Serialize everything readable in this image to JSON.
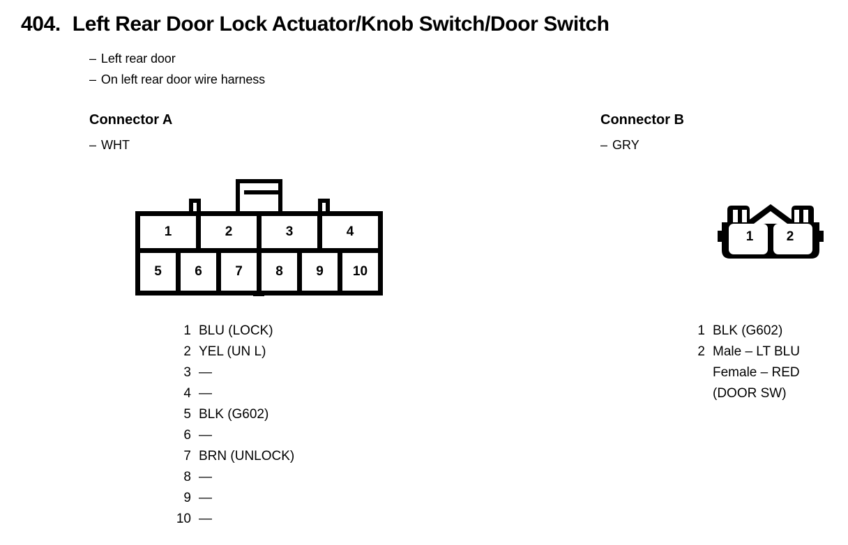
{
  "header": {
    "number": "404.",
    "title": "Left Rear Door Lock Actuator/Knob Switch/Door Switch",
    "dash": "–",
    "notes": [
      "Left rear door",
      "On left rear door wire harness"
    ]
  },
  "connector_a": {
    "heading": "Connector A",
    "color": "WHT",
    "dash": "–",
    "cells_top": [
      "1",
      "2",
      "3",
      "4"
    ],
    "cells_bottom": [
      "5",
      "6",
      "7",
      "8",
      "9",
      "10"
    ],
    "pins": [
      {
        "num": "1",
        "value": "BLU (LOCK)"
      },
      {
        "num": "2",
        "value": "YEL (UN L)"
      },
      {
        "num": "3",
        "value": "—"
      },
      {
        "num": "4",
        "value": "—"
      },
      {
        "num": "5",
        "value": "BLK (G602)"
      },
      {
        "num": "6",
        "value": "—"
      },
      {
        "num": "7",
        "value": "BRN (UNLOCK)"
      },
      {
        "num": "8",
        "value": "—"
      },
      {
        "num": "9",
        "value": "—"
      },
      {
        "num": "10",
        "value": "—"
      }
    ]
  },
  "connector_b": {
    "heading": "Connector B",
    "color": "GRY",
    "dash": "–",
    "cells": [
      "1",
      "2"
    ],
    "pins": [
      {
        "num": "1",
        "value": "BLK (G602)",
        "continuation": false
      },
      {
        "num": "2",
        "value": "Male – LT BLU",
        "continuation": false
      },
      {
        "num": "",
        "value": "Female – RED",
        "continuation": true
      },
      {
        "num": "",
        "value": "(DOOR SW)",
        "continuation": true
      }
    ]
  },
  "colors": {
    "ink": "#000000",
    "paper": "#ffffff"
  }
}
